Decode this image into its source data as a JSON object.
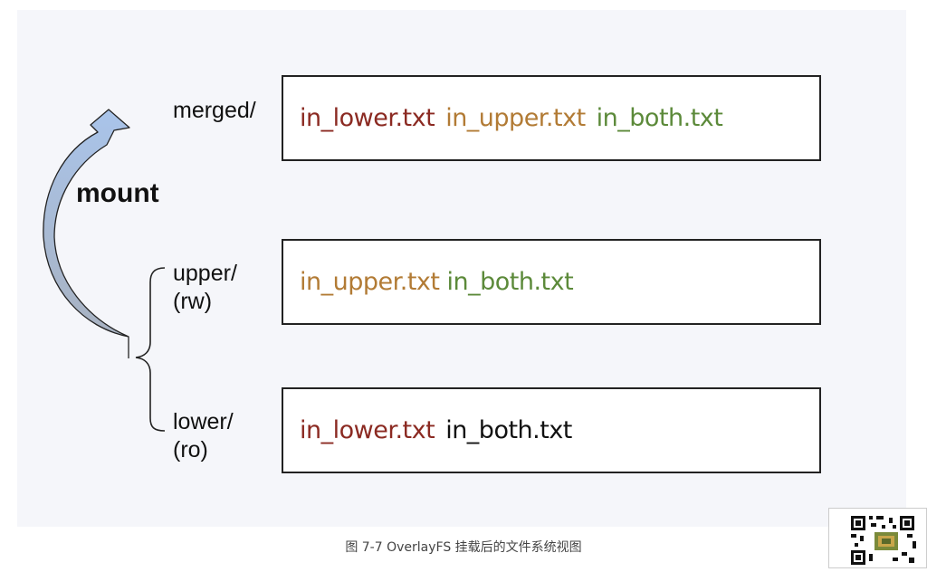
{
  "diagram": {
    "mount_label": "mount",
    "layers": [
      {
        "label_lines": [
          "merged/"
        ],
        "files": [
          {
            "name": "in_lower.txt",
            "kind": "lower"
          },
          {
            "name": "in_upper.txt",
            "kind": "upper"
          },
          {
            "name": "in_both.txt",
            "kind": "both"
          }
        ]
      },
      {
        "label_lines": [
          "upper/",
          "(rw)"
        ],
        "files": [
          {
            "name": "in_upper.txt",
            "kind": "upper"
          },
          {
            "name": "in_both.txt",
            "kind": "both"
          }
        ]
      },
      {
        "label_lines": [
          "lower/",
          "(ro)"
        ],
        "files": [
          {
            "name": "in_lower.txt",
            "kind": "lower"
          },
          {
            "name": "in_both.txt",
            "kind": "plain"
          }
        ]
      }
    ],
    "colors": {
      "lower": "#8b2a22",
      "upper": "#b27b35",
      "both": "#5c8a3a",
      "plain": "#111111",
      "arrow_top": "#a9c4ea",
      "arrow_bottom": "#a8b0bd"
    }
  },
  "caption": "图 7-7 OverlayFS 挂载后的文件系统视图"
}
